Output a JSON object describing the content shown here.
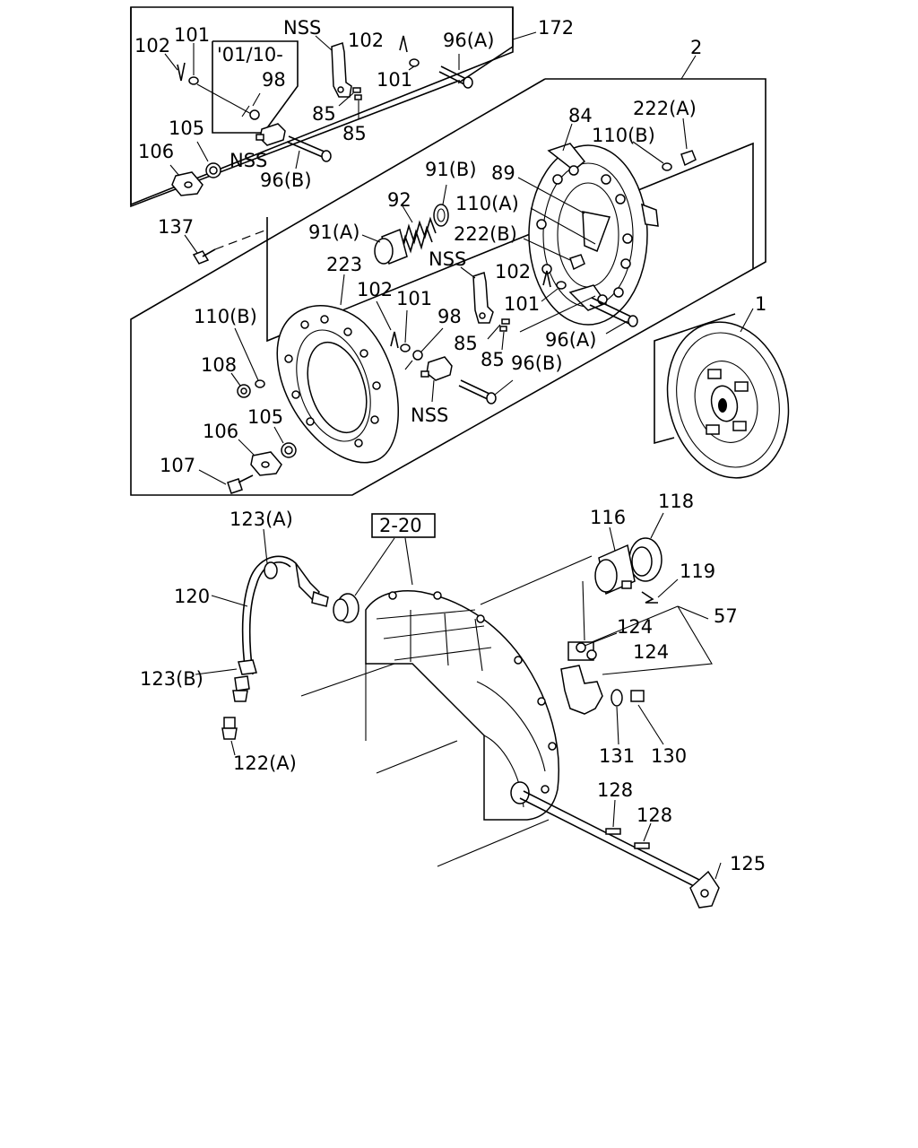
{
  "diagram": {
    "box_172_callout": "172",
    "box_2_callout": "2",
    "box_01_10_label": "'01/10-",
    "box_2_20_label": "2-20",
    "labels": {
      "p102_a": "102",
      "p101_a": "101",
      "p98_a": "98",
      "nss_a": "NSS",
      "p102_b": "102",
      "p96A_a": "96(A)",
      "p101_b": "101",
      "p85_a": "85",
      "p85_b": "85",
      "p105_a": "105",
      "p106_a": "106",
      "nss_b": "NSS",
      "p96B_a": "96(B)",
      "p84": "84",
      "p222A": "222(A)",
      "p110B_a": "110(B)",
      "p91B": "91(B)",
      "p89": "89",
      "p92": "92",
      "p110A": "110(A)",
      "p91A": "91(A)",
      "p222B": "222(B)",
      "p137": "137",
      "nss_c": "NSS",
      "p102_c": "102",
      "p223": "223",
      "p102_d": "102",
      "p101_c": "101",
      "p101_d": "101",
      "p98_b": "98",
      "p110B_b": "110(B)",
      "p85_c": "85",
      "p96A_b": "96(A)",
      "p85_d": "85",
      "p96B_b": "96(B)",
      "p108": "108",
      "nss_d": "NSS",
      "p1": "1",
      "p105_b": "105",
      "p106_b": "106",
      "p107": "107",
      "p123A": "123(A)",
      "p116": "116",
      "p118": "118",
      "p120": "120",
      "p119": "119",
      "p57": "57",
      "p124_a": "124",
      "p124_b": "124",
      "p123B": "123(B)",
      "p131": "131",
      "p130": "130",
      "p122A": "122(A)",
      "p128_a": "128",
      "p128_b": "128",
      "p125": "125"
    }
  }
}
